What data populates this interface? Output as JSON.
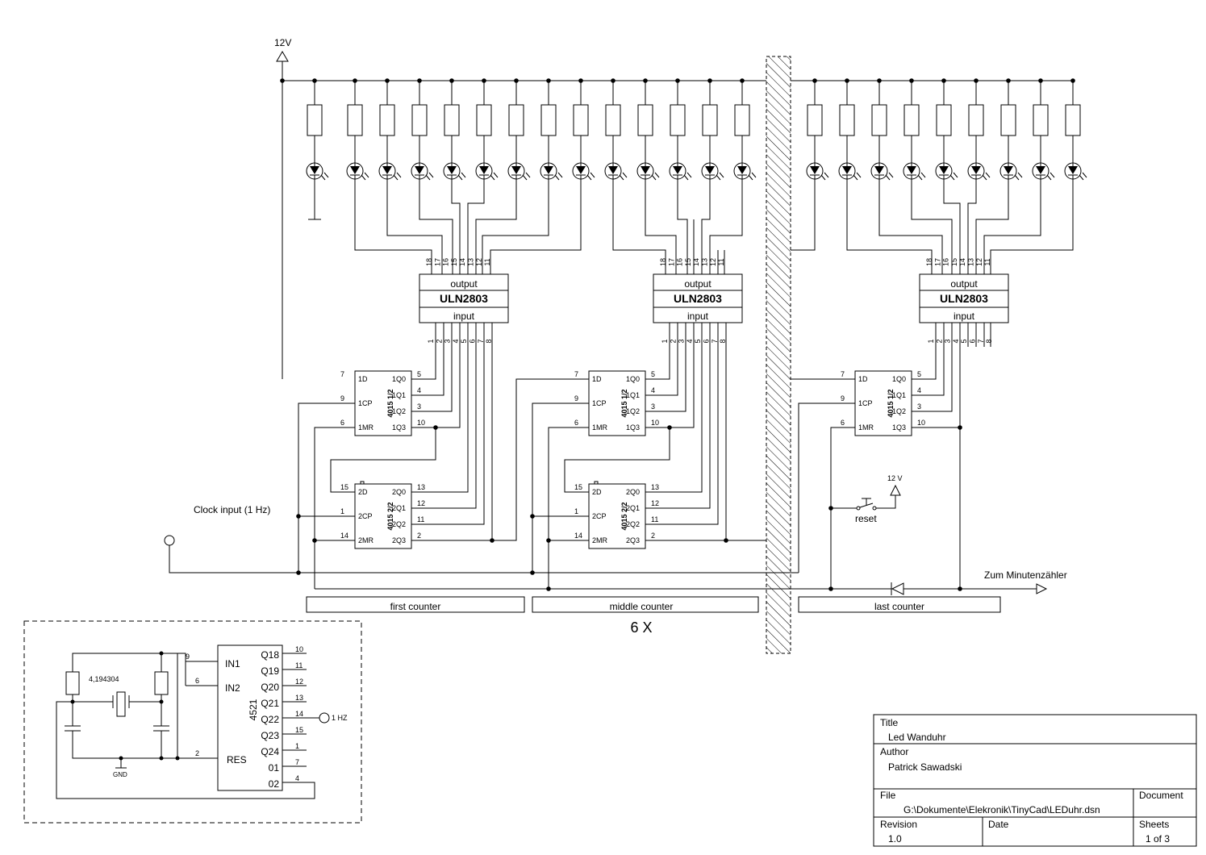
{
  "labels": {
    "supply": "12V",
    "supply_reset": "12 V",
    "clock_input": "Clock input (1 Hz)",
    "reset": "reset",
    "to_minutes": "Zum Minutenzähler",
    "repeat": "6 X",
    "crystal": "4,194304",
    "gnd": "GND",
    "one_hz": "1 HZ"
  },
  "sections": [
    {
      "label": "first counter"
    },
    {
      "label": "middle counter"
    },
    {
      "label": "last counter"
    }
  ],
  "uln": {
    "name": "ULN2803",
    "output": "output",
    "input": "input",
    "out_pins": [
      "18",
      "17",
      "16",
      "15",
      "14",
      "13",
      "12",
      "11"
    ],
    "in_pins": [
      "1",
      "2",
      "3",
      "4",
      "5",
      "6",
      "7",
      "8"
    ]
  },
  "shift_a": {
    "name": "4015 1/2",
    "left": [
      "1D",
      "1CP",
      "1MR"
    ],
    "right": [
      "1Q0",
      "1Q1",
      "1Q2",
      "1Q3"
    ],
    "left_nums": [
      "7",
      "9",
      "6"
    ],
    "right_nums": [
      "5",
      "4",
      "3",
      "10"
    ]
  },
  "shift_b": {
    "name": "4015 2/2",
    "left": [
      "2D",
      "2CP",
      "2MR"
    ],
    "right": [
      "2Q0",
      "2Q1",
      "2Q2",
      "2Q3"
    ],
    "left_nums": [
      "15",
      "1",
      "14"
    ],
    "right_nums": [
      "13",
      "12",
      "11",
      "2"
    ]
  },
  "ic4521": {
    "name": "4521",
    "left": [
      "IN1",
      "IN2",
      "RES"
    ],
    "left_nums": [
      "9",
      "6",
      "2"
    ],
    "right": [
      "Q18",
      "Q19",
      "Q20",
      "Q21",
      "Q22",
      "Q23",
      "Q24",
      "01",
      "02"
    ],
    "right_nums": [
      "10",
      "11",
      "12",
      "13",
      "14",
      "15",
      "1",
      "7",
      "4"
    ]
  },
  "title_block": {
    "title_label": "Title",
    "title": "Led Wanduhr",
    "author_label": "Author",
    "author": "Patrick Sawadski",
    "file_label": "File",
    "file": "G:\\Dokumente\\Elekronik\\TinyCad\\LEDuhr.dsn",
    "document_label": "Document",
    "revision_label": "Revision",
    "revision": "1.0",
    "date_label": "Date",
    "sheets_label": "Sheets",
    "sheets": "1 of 3"
  }
}
